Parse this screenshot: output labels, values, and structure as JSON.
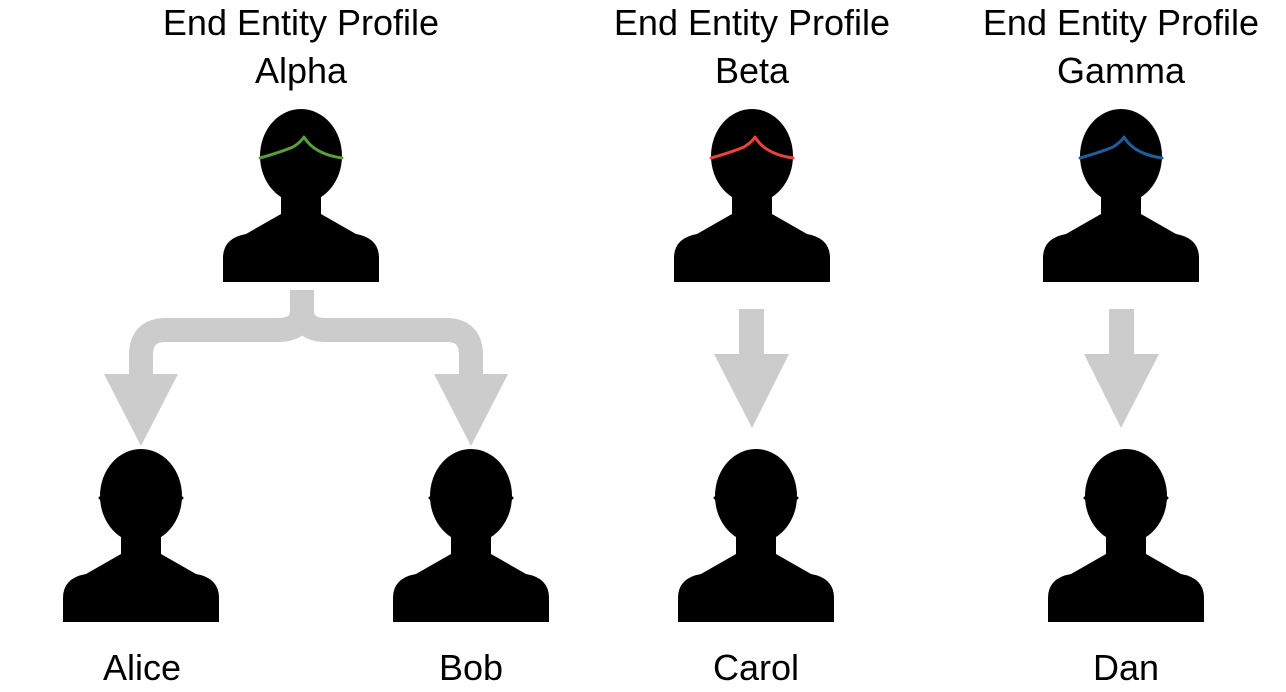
{
  "profiles": [
    {
      "title_line1": "End Entity Profile",
      "title_line2": "Alpha",
      "hair_color": "#5a9e3a"
    },
    {
      "title_line1": "End Entity Profile",
      "title_line2": "Beta",
      "hair_color": "#e8443a"
    },
    {
      "title_line1": "End Entity Profile",
      "title_line2": "Gamma",
      "hair_color": "#1f5e9e"
    }
  ],
  "entities": [
    {
      "name": "Alice",
      "profile": "Alpha"
    },
    {
      "name": "Bob",
      "profile": "Alpha"
    },
    {
      "name": "Carol",
      "profile": "Beta"
    },
    {
      "name": "Dan",
      "profile": "Gamma"
    }
  ],
  "colors": {
    "arrow": "#cccccc",
    "entity_hair": "#000000",
    "outline": "#000000"
  },
  "icons": {
    "person": "person-icon",
    "arrow": "down-arrow-icon"
  }
}
